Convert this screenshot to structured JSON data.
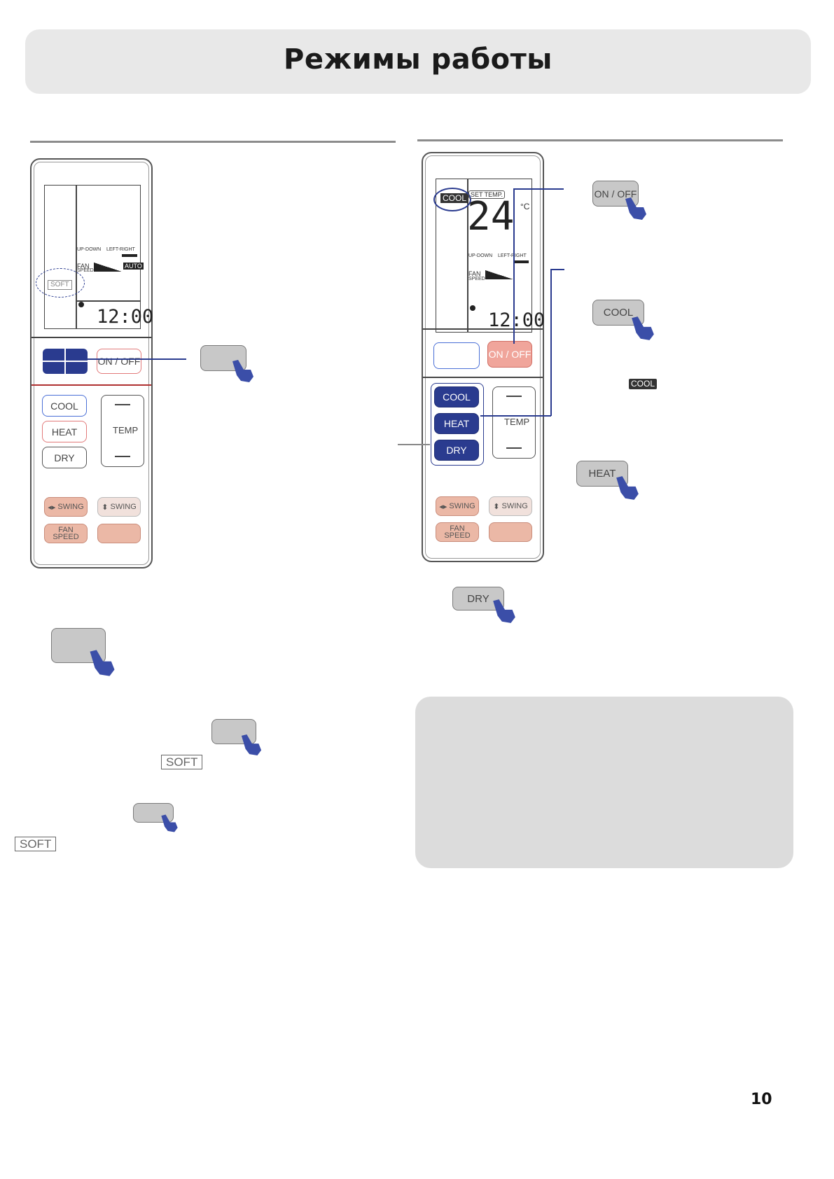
{
  "page": {
    "title": "Режимы работы",
    "page_number": "10"
  },
  "remote_left": {
    "lcd": {
      "up_down": "UP-DOWN",
      "left_right": "LEFT-RIGHT",
      "fan": "FAN",
      "speed": "SPEED",
      "auto": "AUTO",
      "soft": "SOFT",
      "clock": "12:00"
    },
    "buttons": {
      "on_off": "ON / OFF",
      "cool": "COOL",
      "heat": "HEAT",
      "dry": "DRY",
      "temp": "TEMP",
      "swing_h": "SWING",
      "swing_v": "SWING",
      "fan": "FAN",
      "speed": "SPEED"
    }
  },
  "remote_right": {
    "lcd": {
      "mode": "COOL",
      "set_temp": "SET TEMP.",
      "temperature": "24",
      "unit": "°C",
      "up_down": "UP-DOWN",
      "left_right": "LEFT-RIGHT",
      "fan": "FAN",
      "speed": "SPEED",
      "clock": "12:00"
    },
    "buttons": {
      "on_off": "ON / OFF",
      "cool": "COOL",
      "heat": "HEAT",
      "dry": "DRY",
      "temp": "TEMP",
      "swing_h": "SWING",
      "swing_v": "SWING",
      "fan": "FAN",
      "speed": "SPEED"
    }
  },
  "callouts": {
    "on_off_press": "ON / OFF",
    "cool_press": "COOL",
    "cool_indicator": "COOL",
    "heat_press": "HEAT",
    "dry_press": "DRY",
    "soft_1": "SOFT",
    "soft_2": "SOFT"
  },
  "colors": {
    "navy": "#2a3b8f",
    "hand": "#3b4ea8",
    "salmon": "#f0a59b",
    "header_bg": "#e8e8e8",
    "note_bg": "#dcdcdc"
  }
}
